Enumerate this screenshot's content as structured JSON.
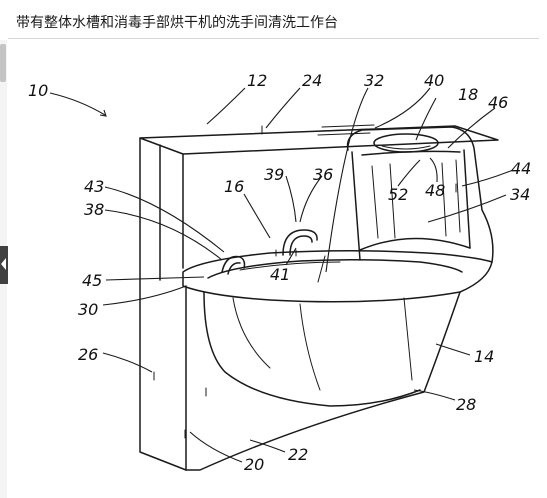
{
  "header": {
    "title": "带有整体水槽和消毒手部烘干机的洗手间清洗工作台"
  },
  "figure": {
    "labels": [
      "10",
      "12",
      "24",
      "32",
      "40",
      "18",
      "46",
      "43",
      "16",
      "39",
      "36",
      "44",
      "38",
      "52",
      "48",
      "34",
      "45",
      "41",
      "30",
      "26",
      "14",
      "28",
      "20",
      "22"
    ]
  }
}
